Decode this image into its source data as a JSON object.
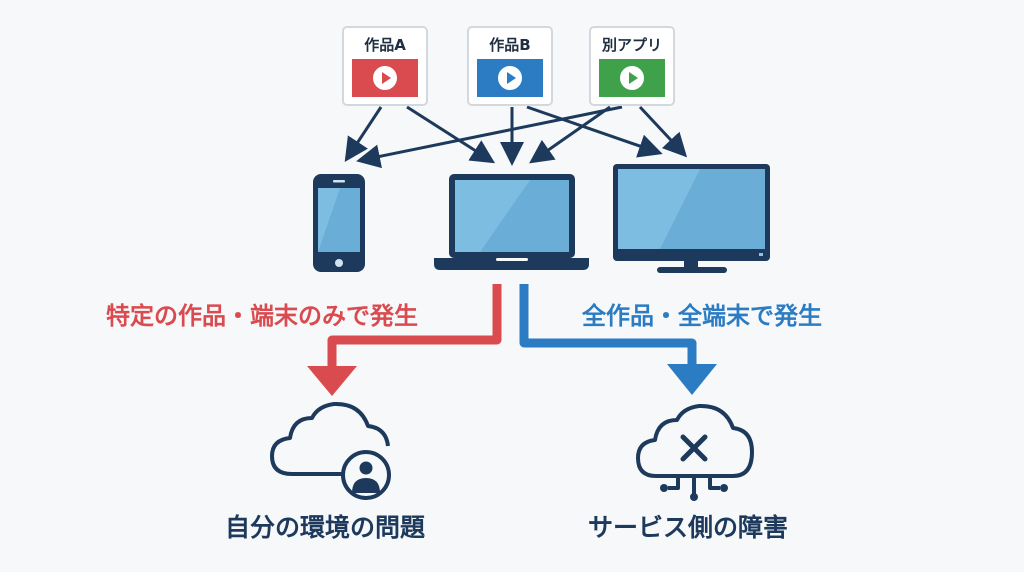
{
  "colors": {
    "background": "#f7f8fa",
    "navy": "#1d3a5c",
    "screen": "#6fb3dc",
    "red": "#d94b4f",
    "blue": "#2b7cc3",
    "green": "#3fa14a"
  },
  "sources": [
    {
      "id": "work-a",
      "label": "作品A",
      "color": "#d94b4f",
      "icon": "play-icon"
    },
    {
      "id": "work-b",
      "label": "作品B",
      "color": "#2b7cc3",
      "icon": "play-icon"
    },
    {
      "id": "other-app",
      "label": "別アプリ",
      "color": "#3fa14a",
      "icon": "play-icon"
    }
  ],
  "devices": [
    {
      "id": "smartphone",
      "icon": "smartphone-icon"
    },
    {
      "id": "laptop",
      "icon": "laptop-icon"
    },
    {
      "id": "tv",
      "icon": "tv-icon"
    }
  ],
  "connections": [
    {
      "from": "work-a",
      "to": "smartphone"
    },
    {
      "from": "work-a",
      "to": "laptop"
    },
    {
      "from": "work-b",
      "to": "laptop"
    },
    {
      "from": "work-b",
      "to": "tv"
    },
    {
      "from": "other-app",
      "to": "smartphone"
    },
    {
      "from": "other-app",
      "to": "laptop"
    },
    {
      "from": "other-app",
      "to": "tv"
    }
  ],
  "branches": {
    "left": {
      "label": "特定の作品・端末のみで発生",
      "color": "#d94b4f",
      "result": "自分の環境の問題",
      "result_icon": "cloud-user-icon"
    },
    "right": {
      "label": "全作品・全端末で発生",
      "color": "#2b7cc3",
      "result": "サービス側の障害",
      "result_icon": "cloud-error-icon"
    }
  }
}
